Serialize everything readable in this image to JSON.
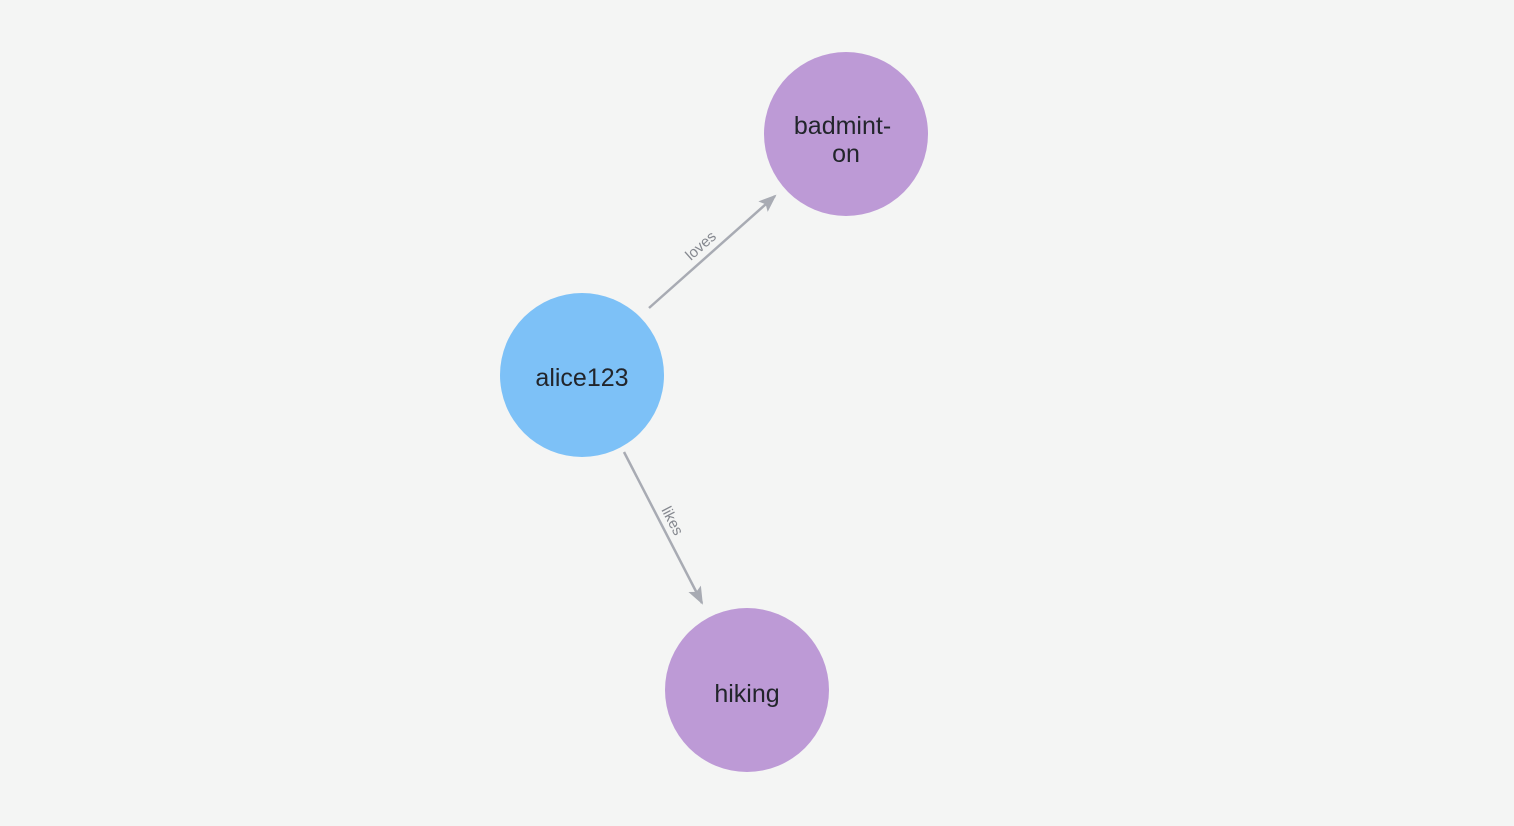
{
  "canvas": {
    "background": "#f4f5f4"
  },
  "nodes": [
    {
      "id": "alice123",
      "label": "alice123",
      "display_lines": [
        "alice123"
      ],
      "color": "#7dc1f7"
    },
    {
      "id": "badminton",
      "label": "badminton",
      "display_lines": [
        "badmint-",
        "on"
      ],
      "color": "#bd9ad6"
    },
    {
      "id": "hiking",
      "label": "hiking",
      "display_lines": [
        "hiking"
      ],
      "color": "#bd9ad6"
    }
  ],
  "edges": [
    {
      "from": "alice123",
      "to": "badminton",
      "label": "loves",
      "color": "#a8abb3"
    },
    {
      "from": "alice123",
      "to": "hiking",
      "label": "likes",
      "color": "#a8abb3"
    }
  ],
  "text_colors": {
    "node_label": "#22252b",
    "edge_label": "#85888f"
  }
}
